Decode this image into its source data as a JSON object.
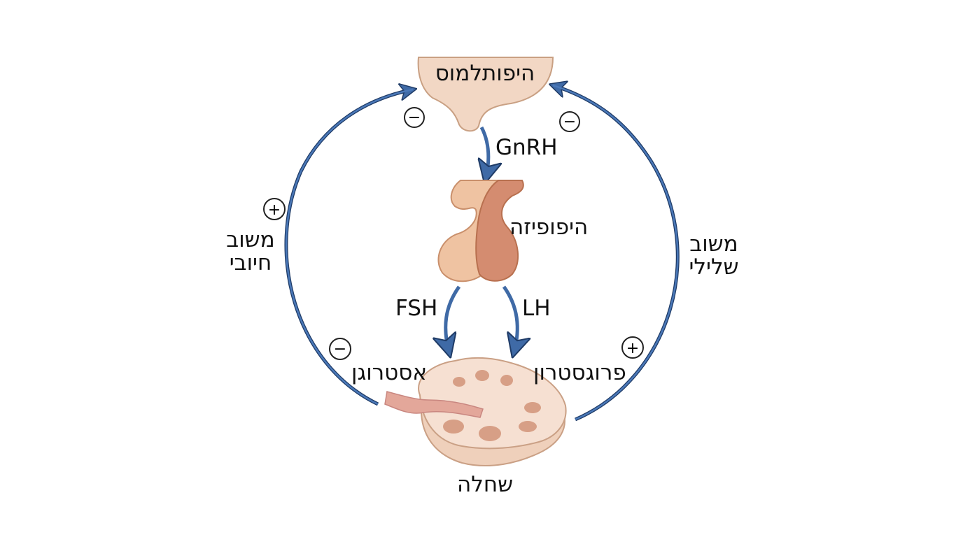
{
  "organs": {
    "hypothalamus": "היפותלמוס",
    "pituitary": "היפופיזה",
    "ovary": "שחלה"
  },
  "hormones": {
    "gnrh": "GnRH",
    "fsh": "FSH",
    "lh": "LH",
    "estrogen": "אסטרוגן",
    "progesterone": "פרוגסטרון"
  },
  "feedback": {
    "positive": {
      "line1": "משוב",
      "line2": "חיובי"
    },
    "negative": {
      "line1": "משוב",
      "line2": "שלילי"
    }
  },
  "signs": {
    "minus": "−",
    "plus": "+"
  },
  "colors": {
    "arrow": "#3f6aa6",
    "arrow_outline": "#1f3b66",
    "hypothalamus_fill": "#f2d7c4",
    "hypothalamus_stroke": "#c9a083",
    "pituitary_light": "#efc3a2",
    "pituitary_dark": "#d48c70",
    "ovary_fill": "#f6e0d2",
    "ovary_spots": "#d79f86"
  }
}
